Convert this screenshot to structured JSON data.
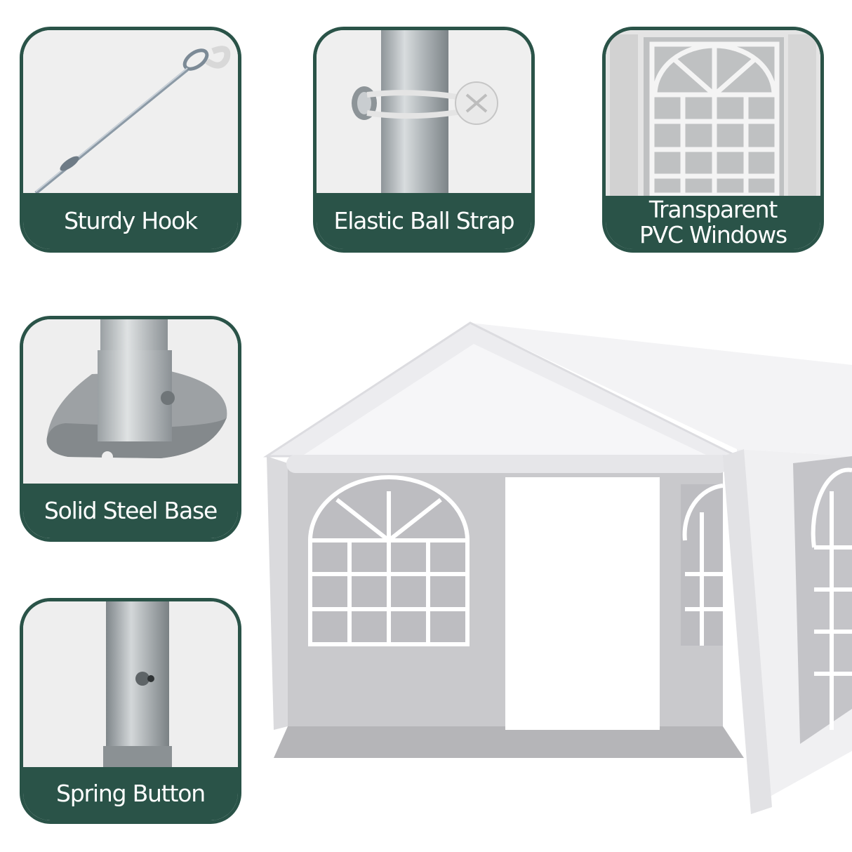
{
  "brand_color": "#2a5348",
  "features": [
    {
      "label": "Sturdy Hook",
      "icon": "ground-stake-hook-icon"
    },
    {
      "label": "Elastic Ball Strap",
      "icon": "elastic-ball-strap-icon"
    },
    {
      "label_line1": "Transparent",
      "label_line2": "PVC Windows",
      "icon": "pvc-window-icon"
    },
    {
      "label": "Solid Steel Base",
      "icon": "steel-base-plate-icon"
    },
    {
      "label": "Spring Button",
      "icon": "spring-button-pole-icon"
    }
  ]
}
